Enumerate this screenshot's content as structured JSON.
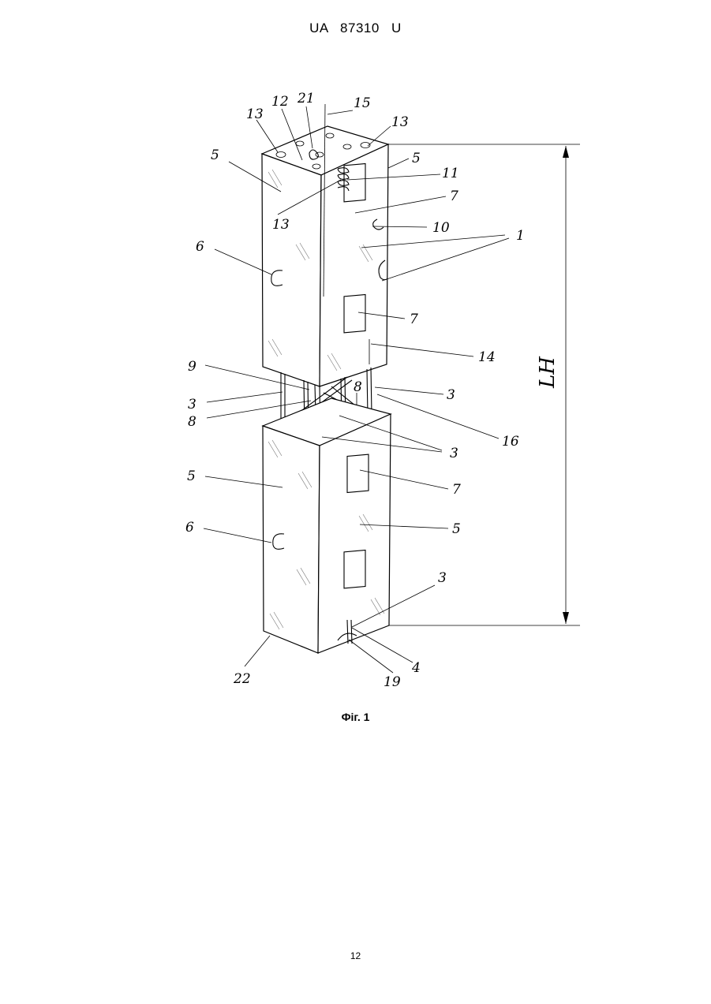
{
  "document": {
    "header": "UA 87310 U",
    "caption": "Фіг. 1",
    "page_number": "12"
  },
  "figure": {
    "dimension_label": "LH",
    "labels": {
      "l13a": "13",
      "l12": "12",
      "l21": "21",
      "l15": "15",
      "l13b": "13",
      "l5a": "5",
      "l5b": "5",
      "l11": "11",
      "l13c": "13",
      "l7a": "7",
      "l10": "10",
      "l1": "1",
      "l6a": "6",
      "l7b": "7",
      "l14": "14",
      "l9": "9",
      "l3a": "3",
      "l8a": "8",
      "l8b": "8",
      "l3b": "3",
      "l16": "16",
      "l3c": "3",
      "l5c": "5",
      "l7c": "7",
      "l6b": "6",
      "l5d": "5",
      "l3d": "3",
      "l22": "22",
      "l19": "19",
      "l4": "4"
    }
  }
}
